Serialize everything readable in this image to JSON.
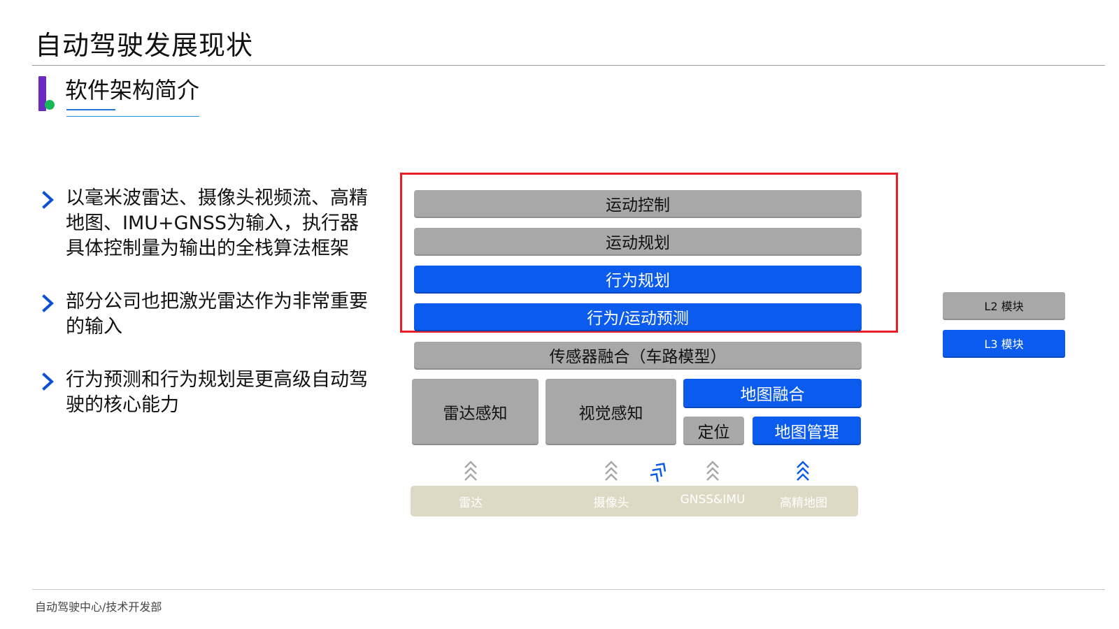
{
  "header": {
    "title": "自动驾驶发展现状",
    "subtitle": "软件架构简介"
  },
  "bullets": [
    "以毫米波雷达、摄像头视频流、高精地图、IMU+GNSS为输入，执行器具体控制量为输出的全栈算法框架",
    "部分公司也把激光雷达作为非常重要的输入",
    "行为预测和行为规划是更高级自动驾驶的核心能力"
  ],
  "diagram": {
    "layers": {
      "motion_control": "运动控制",
      "motion_planning": "运动规划",
      "behavior_planning": "行为规划",
      "behavior_prediction": "行为/运动预测",
      "sensor_fusion": "传感器融合（车路模型）",
      "radar_perception": "雷达感知",
      "vision_perception": "视觉感知",
      "map_fusion": "地图融合",
      "localization": "定位",
      "map_management": "地图管理"
    },
    "sources": {
      "radar": "雷达",
      "camera": "摄像头",
      "gnss_imu": "GNSS&IMU",
      "hd_map": "高精地图"
    }
  },
  "legend": {
    "l2": "L2 模块",
    "l3": "L3 模块"
  },
  "colors": {
    "gray_module": "#a8a8a8",
    "blue_module": "#0a5bee",
    "highlight_border": "#ea1c24",
    "base_strip": "#ddd9c4"
  },
  "footer": {
    "text": "自动驾驶中心/技术开发部"
  }
}
